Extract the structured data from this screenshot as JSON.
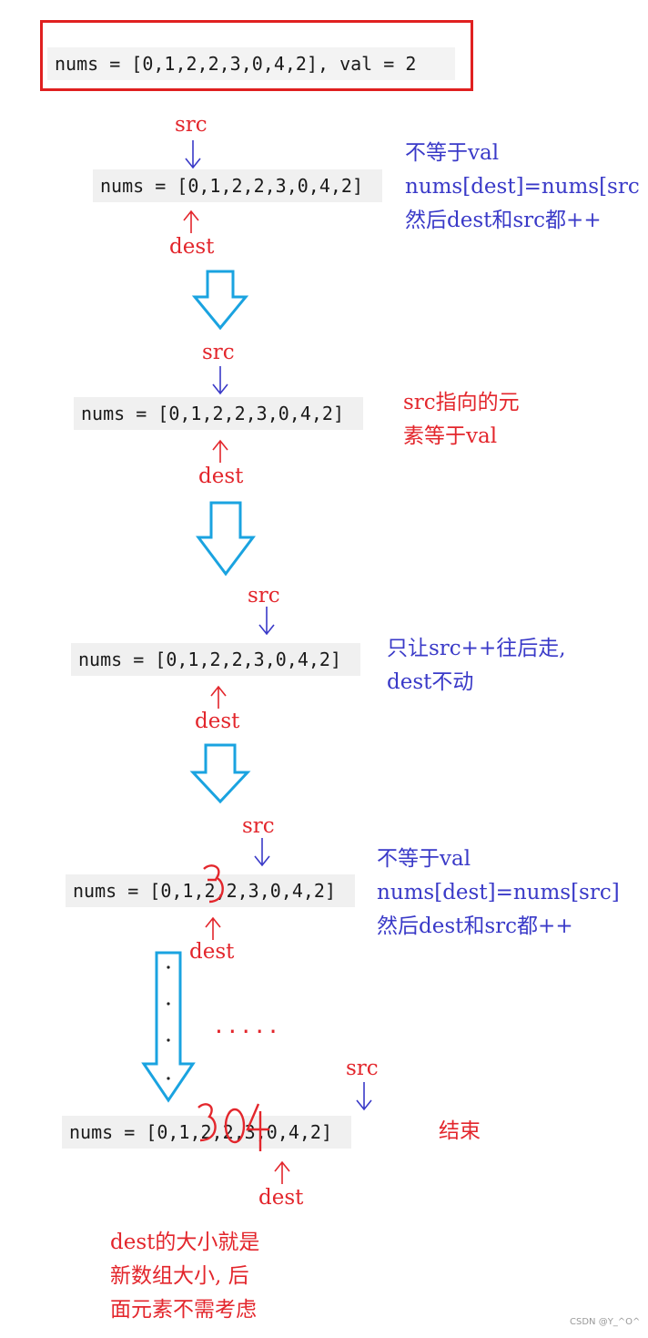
{
  "header": {
    "code": "nums = [0,1,2,2,3,0,4,2], val = 2"
  },
  "arr": "nums = [0,1,2,2,3,0,4,2]",
  "labels": {
    "src": "src",
    "dest": "dest"
  },
  "steps": [
    {
      "note": [
        "不等于val",
        "nums[dest]=nums[src",
        " 然后dest和src都++"
      ]
    },
    {
      "note": [
        "src指向的元",
        "素等于val"
      ]
    },
    {
      "note": [
        "只让src++往后走,",
        "dest不动"
      ]
    },
    {
      "note": [
        "不等于val",
        "nums[dest]=nums[src]",
        " 然后dest和src都++"
      ]
    },
    {
      "note": [
        "结束"
      ]
    }
  ],
  "ellipsis": ".....",
  "conclusion": [
    "dest的大小就是",
    "新数组大小, 后",
    " 面元素不需考虑"
  ],
  "watermark": "CSDN @Y_^O^"
}
